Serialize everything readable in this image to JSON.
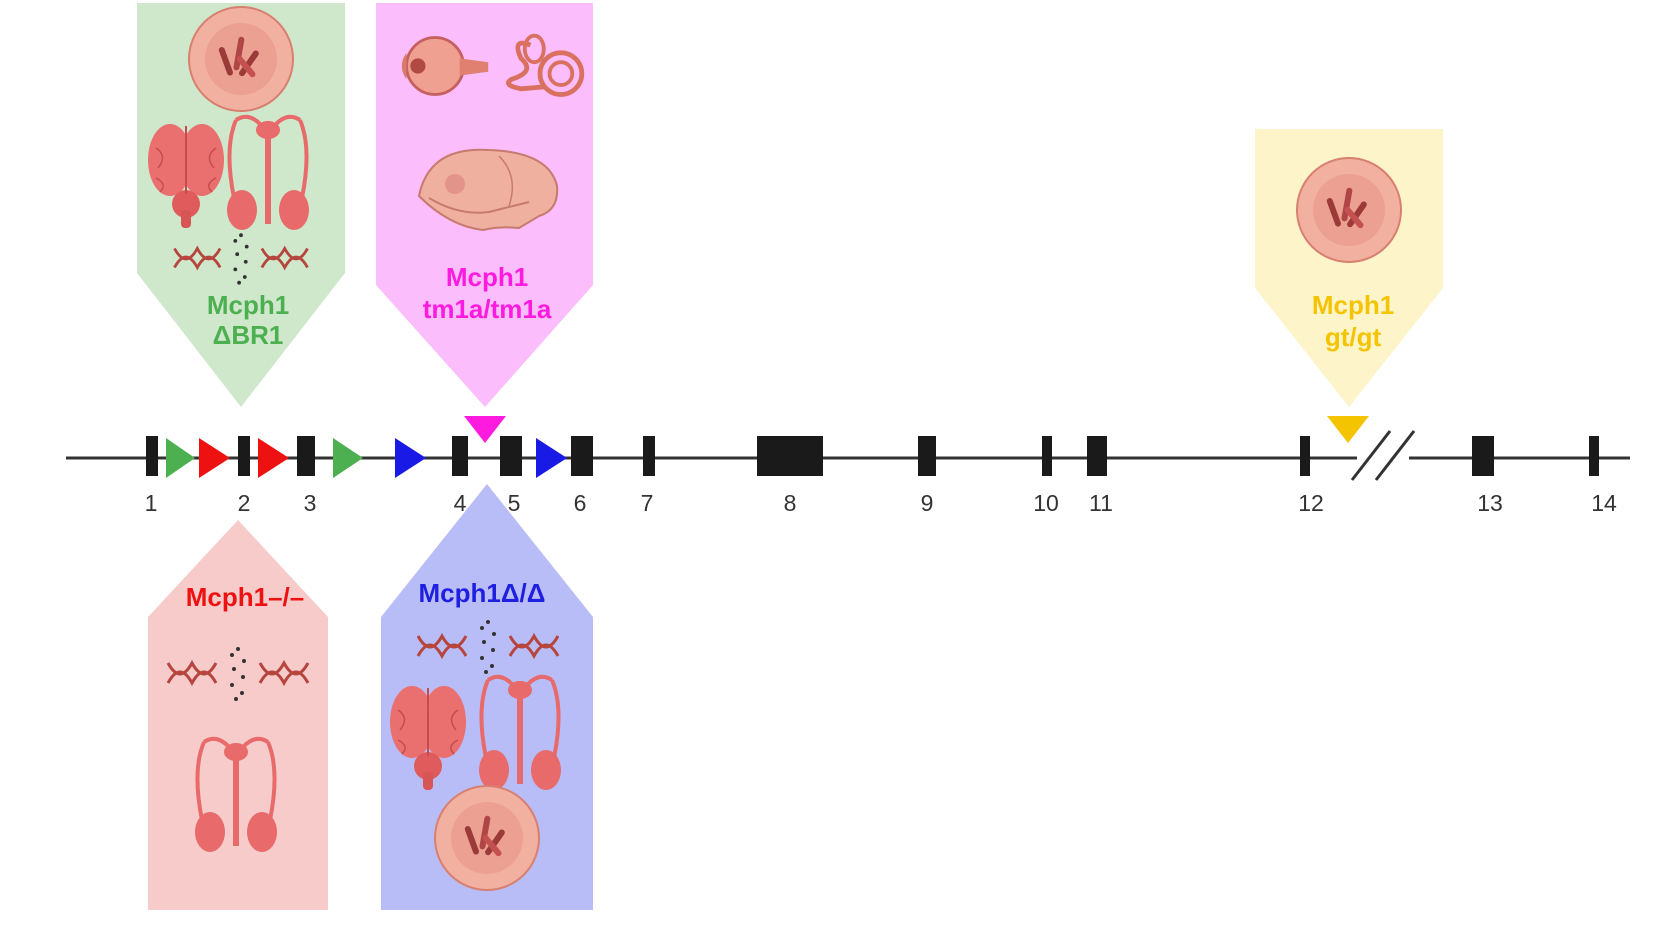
{
  "exons": [
    {
      "label": "1"
    },
    {
      "label": "2"
    },
    {
      "label": "3"
    },
    {
      "label": "4"
    },
    {
      "label": "5"
    },
    {
      "label": "6"
    },
    {
      "label": "7"
    },
    {
      "label": "8"
    },
    {
      "label": "9"
    },
    {
      "label": "10"
    },
    {
      "label": "11"
    },
    {
      "label": "12"
    },
    {
      "label": "13"
    },
    {
      "label": "14"
    }
  ],
  "alleles": {
    "delta_br1": {
      "line1": "Mcph1",
      "line2": "ΔBR1",
      "color": "#4caf50",
      "bg": "#cfe8cc"
    },
    "tm1a": {
      "line1": "Mcph1",
      "line2": "tm1a/tm1a",
      "color": "#ff1ae0",
      "bg": "#fbbdfb"
    },
    "gt": {
      "line1": "Mcph1",
      "line2": "gt/gt",
      "color": "#f5c400",
      "bg": "#fdf4c9"
    },
    "knockout": {
      "line1": "Mcph1–/–",
      "color": "#ee1111",
      "bg": "#f8cbcb"
    },
    "delta": {
      "line1": "Mcph1Δ/Δ",
      "color": "#1f1fe0",
      "bg": "#b9bdf7"
    }
  },
  "colors": {
    "exon": "#1a1a1a",
    "gene_line": "#333333",
    "organ": "#e86a6a",
    "site_green": "#4caf50",
    "site_red": "#ee1111",
    "site_blue": "#1a1ae6",
    "tm1a_marker": "#ff1ae0",
    "gt_marker": "#f5c400"
  },
  "icons": [
    "cell-nucleus-icon",
    "brain-icon",
    "male-reproductive-tract-icon",
    "dna-break-icon",
    "eye-icon",
    "inner-ear-icon",
    "skull-icon"
  ]
}
